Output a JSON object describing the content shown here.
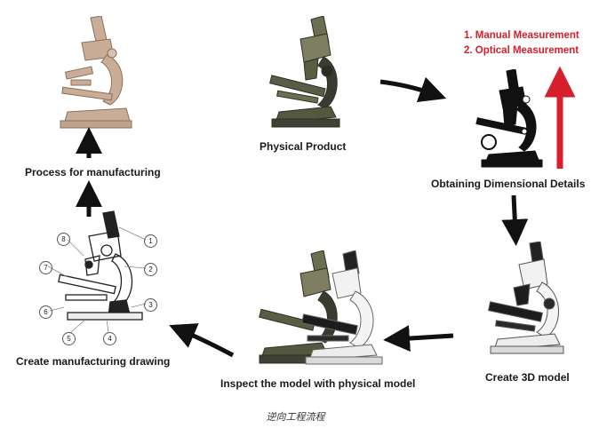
{
  "title_caption": "逆向工程流程",
  "accent_red": "#d61f2c",
  "steps": {
    "physical": "Physical Product",
    "obtaining": "Obtaining Dimensional Details",
    "create3d": "Create 3D model",
    "inspect": "Inspect the model with physical model",
    "drawing": "Create manufacturing drawing",
    "process": "Process for manufacturing"
  },
  "methods": [
    "1. Manual Measurement",
    "2. Optical Measurement"
  ],
  "callouts": [
    "1",
    "2",
    "3",
    "4",
    "5",
    "6",
    "7",
    "8"
  ]
}
